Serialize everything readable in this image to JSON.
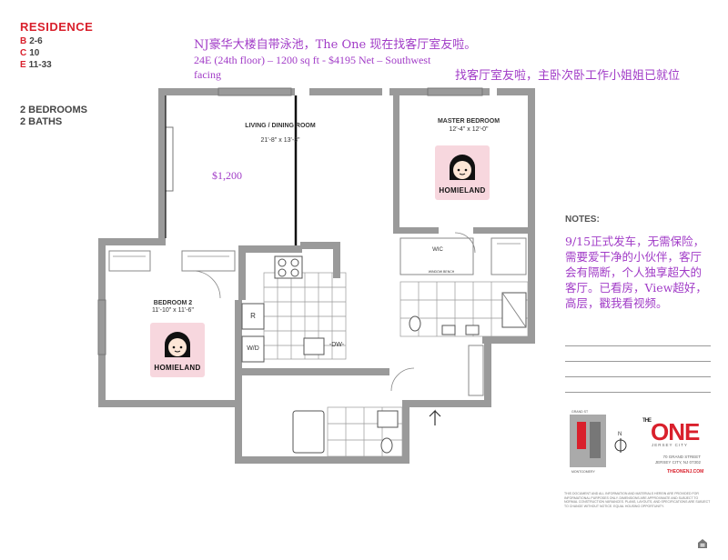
{
  "residence": {
    "title": "RESIDENCE",
    "lines": [
      {
        "letter": "B",
        "value": "2-6"
      },
      {
        "letter": "C",
        "value": "10"
      },
      {
        "letter": "E",
        "value": "11-33"
      }
    ],
    "bedrooms": "2 BEDROOMS",
    "baths": "2 BATHS"
  },
  "header": {
    "line1": "NJ豪华大楼自带泳池，The One 现在找客厅室友啦。",
    "line2": "24E (24th floor) – 1200 sq ft - $4195 Net – Southwest facing",
    "line3": "找客厅室友啦，主卧次卧工作小姐姐已就位"
  },
  "price": "$1,200",
  "rooms": {
    "living": {
      "name": "LIVING / DINING ROOM",
      "dims": "21'-8\" x 13'-3\""
    },
    "master": {
      "name": "MASTER BEDROOM",
      "dims": "12'-4\" x 12'-0\""
    },
    "bedroom2": {
      "name": "BEDROOM 2",
      "dims": "11'-10\" x 11'-6\""
    },
    "wic": "WIC",
    "r": "R",
    "wd": "W/D",
    "dw": "-DW-",
    "window_bench": "WINDOW BENCH"
  },
  "logos": {
    "homieland": "HOMIELAND"
  },
  "notes": {
    "title": "NOTES:",
    "text": "9/15正式发车，无需保险，需要爱干净的小伙伴，客厅会有隔断，个人独享超大的客厅。已看房，View超好，高层，戳我看视频。"
  },
  "brand": {
    "one_prefix": "THE",
    "one_main": "ONE",
    "sub": "JERSEY CITY",
    "address": [
      "70 GRAND STREET",
      "JERSEY CITY, NJ 07302"
    ],
    "web": "THEONENJ.COM"
  },
  "keymap": {
    "north": "N",
    "streets": [
      "GRAND ST",
      "MONTGOMERY"
    ]
  },
  "fine_print": "THIS DOCUMENT AND ALL INFORMATION AND MATERIALS HEREIN ARE PROVIDED FOR INFORMATIONAL PURPOSES ONLY. DIMENSIONS ARE APPROXIMATE AND SUBJECT TO NORMAL CONSTRUCTION VARIANCES. PLANS, LAYOUTS, AND SPECIFICATIONS ARE SUBJECT TO CHANGE WITHOUT NOTICE. EQUAL HOUSING OPPORTUNITY.",
  "colors": {
    "accent": "#d9202c",
    "overlay_text": "#a13cc7",
    "wall": "#9a9a9a",
    "logo_bg": "#f7d7de"
  }
}
